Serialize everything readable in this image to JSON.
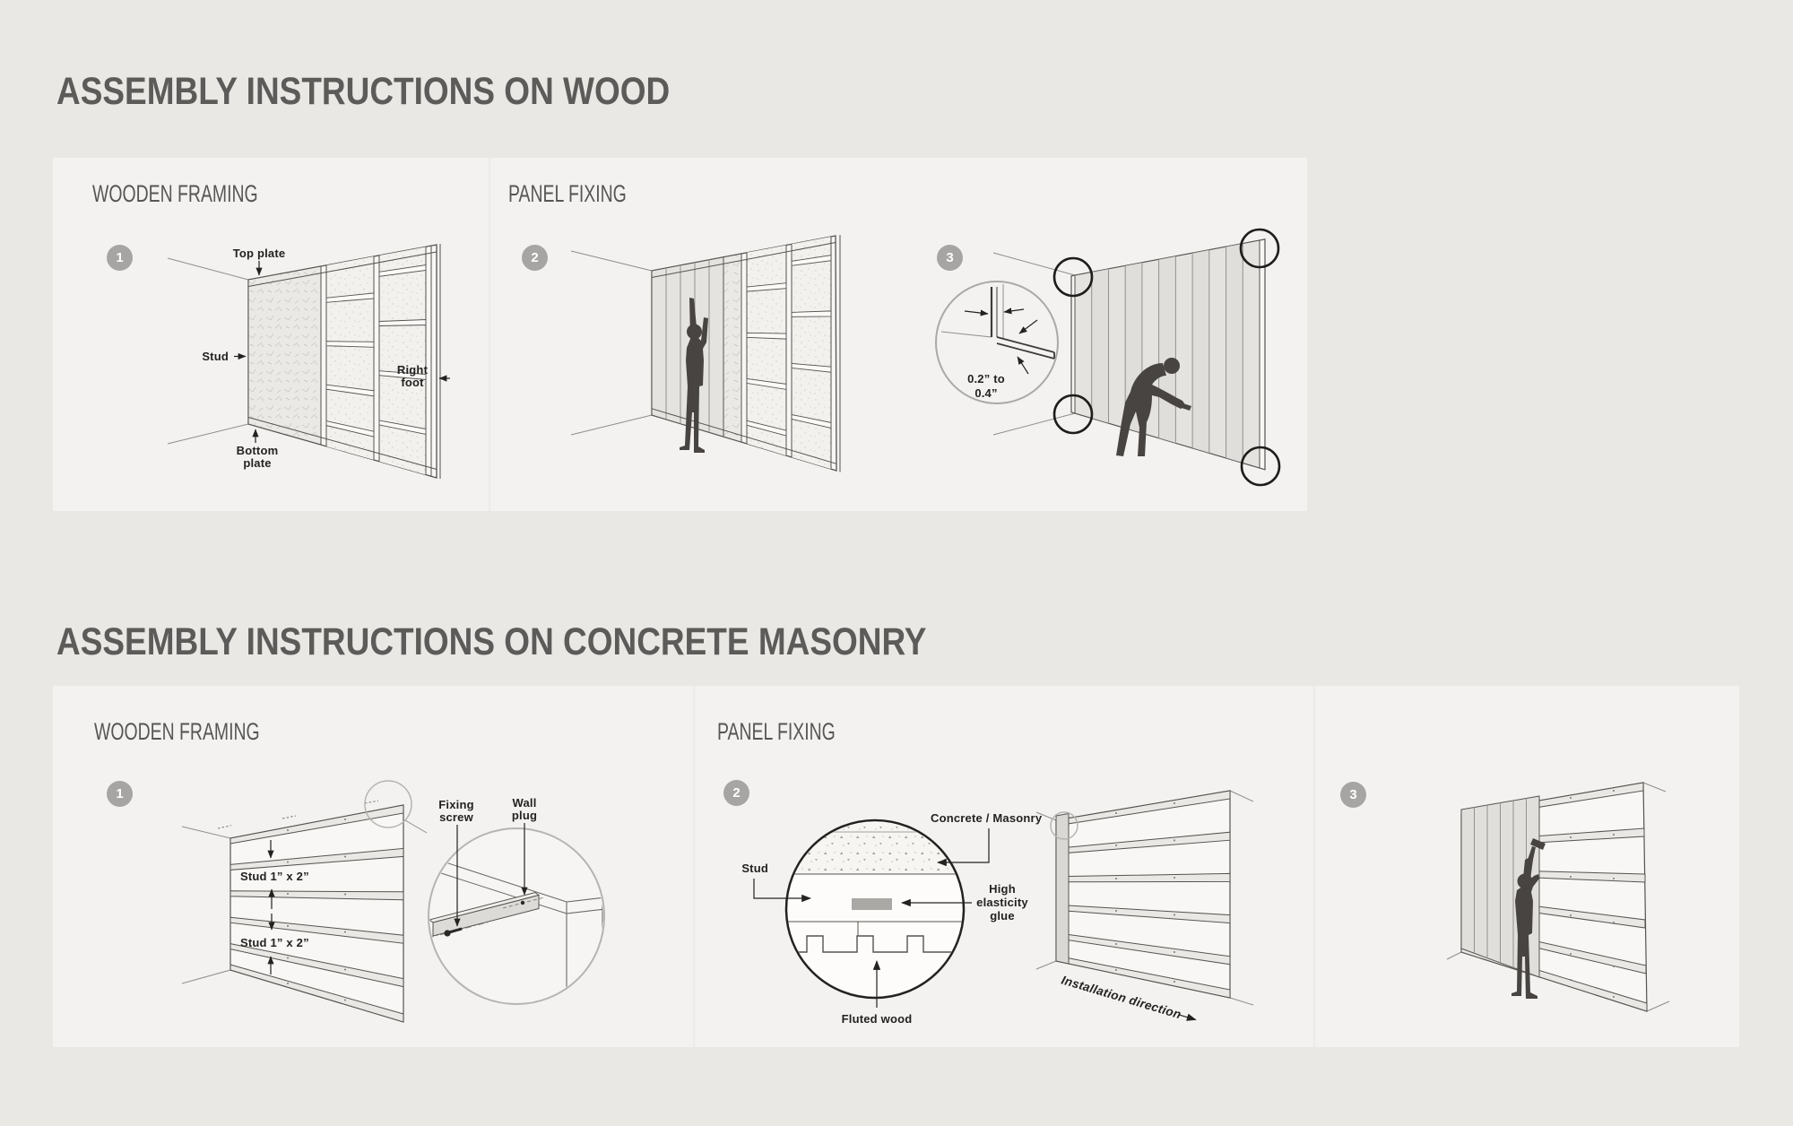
{
  "colors": {
    "page_bg": "#e9e8e5",
    "panel_bg": "#f3f2f0",
    "title_ink": "#5c5b59",
    "badge_bg": "#a6a5a3",
    "label_ink": "#232220",
    "silhouette": "#474441"
  },
  "wood": {
    "title": "ASSEMBLY INSTRUCTIONS ON WOOD",
    "framing_header": "WOODEN FRAMING",
    "fixing_header": "PANEL FIXING",
    "step1": {
      "num": "1",
      "top_plate": "Top plate",
      "stud": "Stud",
      "right_foot_l1": "Right",
      "right_foot_l2": "foot",
      "bottom_plate_l1": "Bottom",
      "bottom_plate_l2": "plate"
    },
    "step2": {
      "num": "2"
    },
    "step3": {
      "num": "3",
      "gap_l1": "0.2” to",
      "gap_l2": "0.4”"
    }
  },
  "concrete": {
    "title": "ASSEMBLY INSTRUCTIONS ON CONCRETE MASONRY",
    "framing_header": "WOODEN FRAMING",
    "fixing_header": "PANEL FIXING",
    "step1": {
      "num": "1",
      "stud_size_upper": "Stud 1” x 2”",
      "stud_size_lower": "Stud 1” x 2”",
      "fixing_screw_l1": "Fixing",
      "fixing_screw_l2": "screw",
      "wall_plug_l1": "Wall",
      "wall_plug_l2": "plug"
    },
    "step2": {
      "num": "2",
      "concrete_masonry": "Concrete / Masonry",
      "stud": "Stud",
      "glue_l1": "High",
      "glue_l2": "elasticity",
      "glue_l3": "glue",
      "fluted_wood": "Fluted wood",
      "installation_direction": "Installation direction"
    },
    "step3": {
      "num": "3"
    }
  }
}
